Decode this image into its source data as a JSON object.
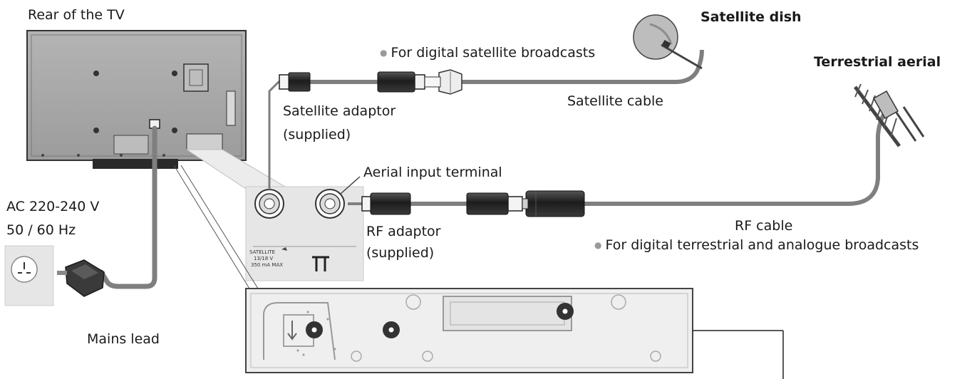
{
  "labels": {
    "rear_tv": "Rear of the TV",
    "satellite_dish": "Satellite dish",
    "terrestrial_aerial": "Terrestrial aerial",
    "for_digital_satellite": "For digital satellite broadcasts",
    "satellite_cable": "Satellite cable",
    "satellite_adaptor": "Satellite adaptor",
    "supplied_1": "(supplied)",
    "aerial_input_terminal": "Aerial input terminal",
    "rf_adaptor": "RF adaptor",
    "supplied_2": "(supplied)",
    "rf_cable": "RF cable",
    "for_terrestrial": "For digital terrestrial and analogue broadcasts",
    "ac_voltage": "AC 220-240 V",
    "ac_frequency": "50 / 60 Hz",
    "mains_lead": "Mains lead"
  },
  "terminal_panel": {
    "satellite_marking": "SATELLITE",
    "satellite_spec_1": "13/18 V",
    "satellite_spec_2": "350 mA MAX"
  },
  "colors": {
    "cable": "#7f7f7f",
    "tv_body": "#a9a9a9",
    "panel_bg": "#e6e6e6",
    "ink": "#1a1a1a"
  }
}
